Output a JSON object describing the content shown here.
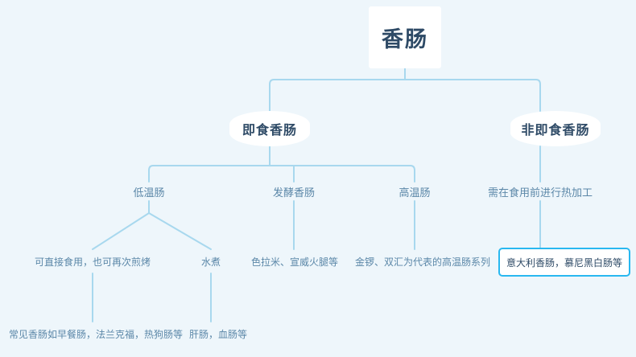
{
  "diagram": {
    "type": "tree-mindmap",
    "orientation": "top-down",
    "background_color": "#eef6fb",
    "connector_color": "#a8d8ee",
    "highlight_color": "#29b8f0",
    "title": "香肠",
    "nodes": {
      "root": {
        "label": "香肠",
        "level": 1
      },
      "l2_left": {
        "label": "即食香肠",
        "level": 2
      },
      "l2_right": {
        "label": "非即食香肠",
        "level": 2
      },
      "l3_a": {
        "label": "低温肠",
        "level": 3
      },
      "l3_b": {
        "label": "发酵香肠",
        "level": 3
      },
      "l3_c": {
        "label": "高温肠",
        "level": 3
      },
      "l3_d": {
        "label": "需在食用前进行热加工",
        "level": 3
      },
      "l4_a": {
        "label": "可直接食用，也可再次煎烤",
        "level": 4
      },
      "l4_b": {
        "label": "水煮",
        "level": 4
      },
      "l4_c": {
        "label": "色拉米、宣威火腿等",
        "level": 4
      },
      "l4_d": {
        "label": "金锣、双汇为代表的高温肠系列",
        "level": 4
      },
      "l4_e": {
        "label": "意大利香肠，慕尼黑白肠等",
        "level": 4,
        "highlighted": true
      },
      "l5_a": {
        "label": "常见香肠如早餐肠，法兰克福，热狗肠等",
        "level": 5
      },
      "l5_b": {
        "label": "肝肠，血肠等",
        "level": 5
      }
    }
  }
}
